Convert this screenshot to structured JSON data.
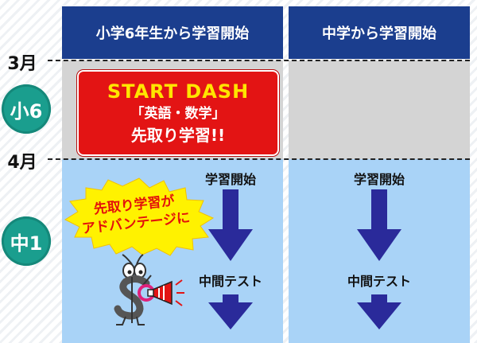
{
  "header": {
    "left_label": "小学6年生から学習開始",
    "right_label": "中学から学習開始"
  },
  "timeline": {
    "month_3": "3月",
    "month_4": "4月",
    "grade_6": "小6",
    "grade_1": "中1"
  },
  "start_box": {
    "title": "START DASH",
    "subjects": "「英語・数学」",
    "main": "先取り学習!!"
  },
  "left_column": {
    "step1": "学習開始",
    "step2": "中間テスト"
  },
  "right_column": {
    "step1": "学習開始",
    "step2": "中間テスト"
  },
  "burst": {
    "line1": "先取り学習が",
    "line2": "アドバンテージに"
  },
  "colors": {
    "header": "#1b3e8e",
    "grade_circle": "#1a9e8e",
    "start_box": "#e31414",
    "start_title": "#ffe500",
    "arrow": "#2a2a9a",
    "burst": "#fff200",
    "burst_text": "#e3120b",
    "grey_cell": "#d4d4d4",
    "blue_cell": "#a9d3f7"
  }
}
